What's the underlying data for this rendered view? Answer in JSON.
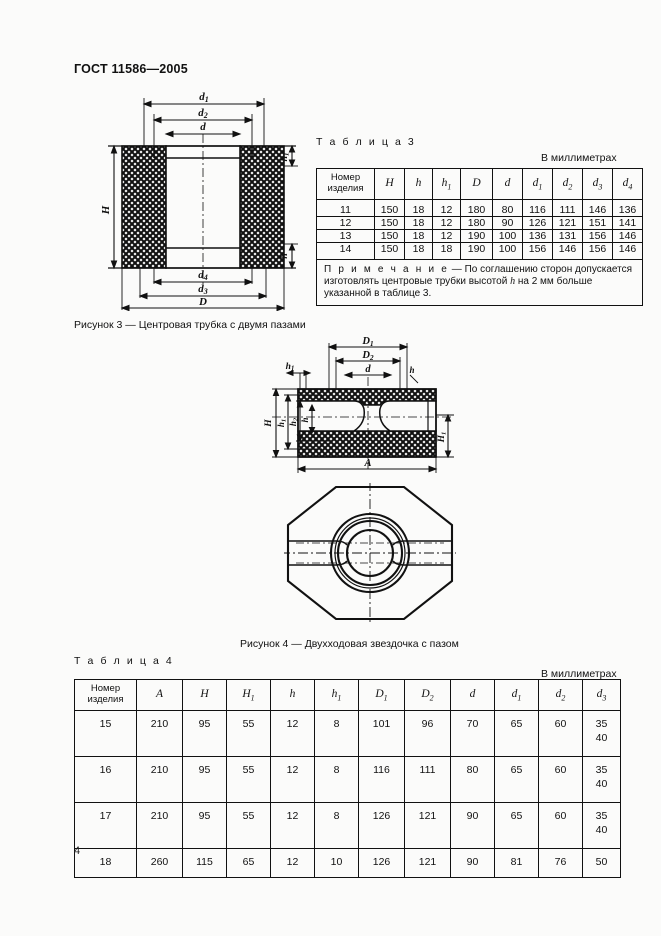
{
  "document": {
    "standard_header": "ГОСТ 11586—2005",
    "page_number": "4"
  },
  "table3": {
    "caption": "Т а б л и ц а  3",
    "units": "В миллиметрах",
    "headers": [
      {
        "label": "Номер изделия",
        "italic": false
      },
      {
        "label": "H",
        "italic": true
      },
      {
        "label": "h",
        "italic": true
      },
      {
        "label": "h",
        "sub": "1",
        "italic": true
      },
      {
        "label": "D",
        "italic": true
      },
      {
        "label": "d",
        "italic": true
      },
      {
        "label": "d",
        "sub": "1",
        "italic": true
      },
      {
        "label": "d",
        "sub": "2",
        "italic": true
      },
      {
        "label": "d",
        "sub": "3",
        "italic": true
      },
      {
        "label": "d",
        "sub": "4",
        "italic": true
      }
    ],
    "rows": [
      [
        "11",
        "150",
        "18",
        "12",
        "180",
        "80",
        "116",
        "111",
        "146",
        "136"
      ],
      [
        "12",
        "150",
        "18",
        "12",
        "180",
        "90",
        "126",
        "121",
        "151",
        "141"
      ],
      [
        "13",
        "150",
        "18",
        "12",
        "190",
        "100",
        "136",
        "131",
        "156",
        "146"
      ],
      [
        "14",
        "150",
        "18",
        "18",
        "190",
        "100",
        "156",
        "146",
        "156",
        "146"
      ]
    ],
    "note_label": "П р и м е ч а н и е",
    "note_text_1": " — По соглашению сторон допускается изготовлять центровые трубки высотой ",
    "note_symbol": "h",
    "note_text_2": " на 2 мм больше указанной в таблице 3."
  },
  "figure3": {
    "caption": "Рисунок 3 — Центровая трубка с двумя пазами",
    "dimension_labels": [
      "d1",
      "d2",
      "d",
      "H",
      "h1",
      "h",
      "d4",
      "d3",
      "D"
    ]
  },
  "figure4": {
    "caption": "Рисунок 4 — Двухходовая звездочка с пазом",
    "dimension_labels": [
      "D1",
      "D2",
      "d",
      "h1",
      "h",
      "H",
      "H1",
      "h2",
      "A"
    ]
  },
  "table4": {
    "caption": "Т а б л и ц а  4",
    "units": "В миллиметрах",
    "headers": [
      {
        "label": "Номер изделия",
        "italic": false
      },
      {
        "label": "A",
        "italic": true
      },
      {
        "label": "H",
        "italic": true
      },
      {
        "label": "H",
        "sub": "1",
        "italic": true
      },
      {
        "label": "h",
        "italic": true
      },
      {
        "label": "h",
        "sub": "1",
        "italic": true
      },
      {
        "label": "D",
        "sub": "1",
        "italic": true
      },
      {
        "label": "D",
        "sub": "2",
        "italic": true
      },
      {
        "label": "d",
        "italic": true
      },
      {
        "label": "d",
        "sub": "1",
        "italic": true
      },
      {
        "label": "d",
        "sub": "2",
        "italic": true
      },
      {
        "label": "d",
        "sub": "3",
        "italic": true
      }
    ],
    "rows": [
      [
        "15",
        "210",
        "95",
        "55",
        "12",
        "8",
        "101",
        "96",
        "70",
        "65",
        "60",
        "35\n40"
      ],
      [
        "16",
        "210",
        "95",
        "55",
        "12",
        "8",
        "116",
        "111",
        "80",
        "65",
        "60",
        "35\n40"
      ],
      [
        "17",
        "210",
        "95",
        "55",
        "12",
        "8",
        "126",
        "121",
        "90",
        "65",
        "60",
        "35\n40"
      ],
      [
        "18",
        "260",
        "115",
        "65",
        "12",
        "10",
        "126",
        "121",
        "90",
        "81",
        "76",
        "50"
      ]
    ]
  }
}
